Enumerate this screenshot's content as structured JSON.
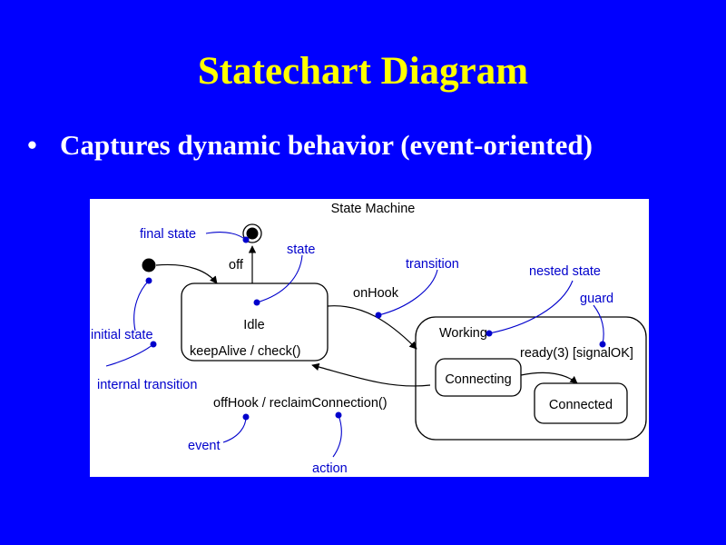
{
  "slide": {
    "title": "Statechart Diagram",
    "bullet": "Captures dynamic behavior (event-oriented)"
  },
  "diagram": {
    "heading": "State Machine",
    "states": {
      "off": "off",
      "idle": "Idle",
      "idle_internal": "keepAlive / check()",
      "working": "Working",
      "connecting": "Connecting",
      "connected": "Connected"
    },
    "transitions": {
      "on_hook": "onHook",
      "off_hook": "offHook / reclaimConnection()",
      "ready": "ready(3) [signalOK]"
    },
    "annotations": {
      "final_state": "final state",
      "state": "state",
      "transition": "transition",
      "nested_state": "nested state",
      "guard": "guard",
      "initial_state": "initial state",
      "internal_transition": "internal transition",
      "event": "event",
      "action": "action"
    },
    "colors": {
      "annotation": "#0000cc",
      "line": "#000000"
    }
  }
}
